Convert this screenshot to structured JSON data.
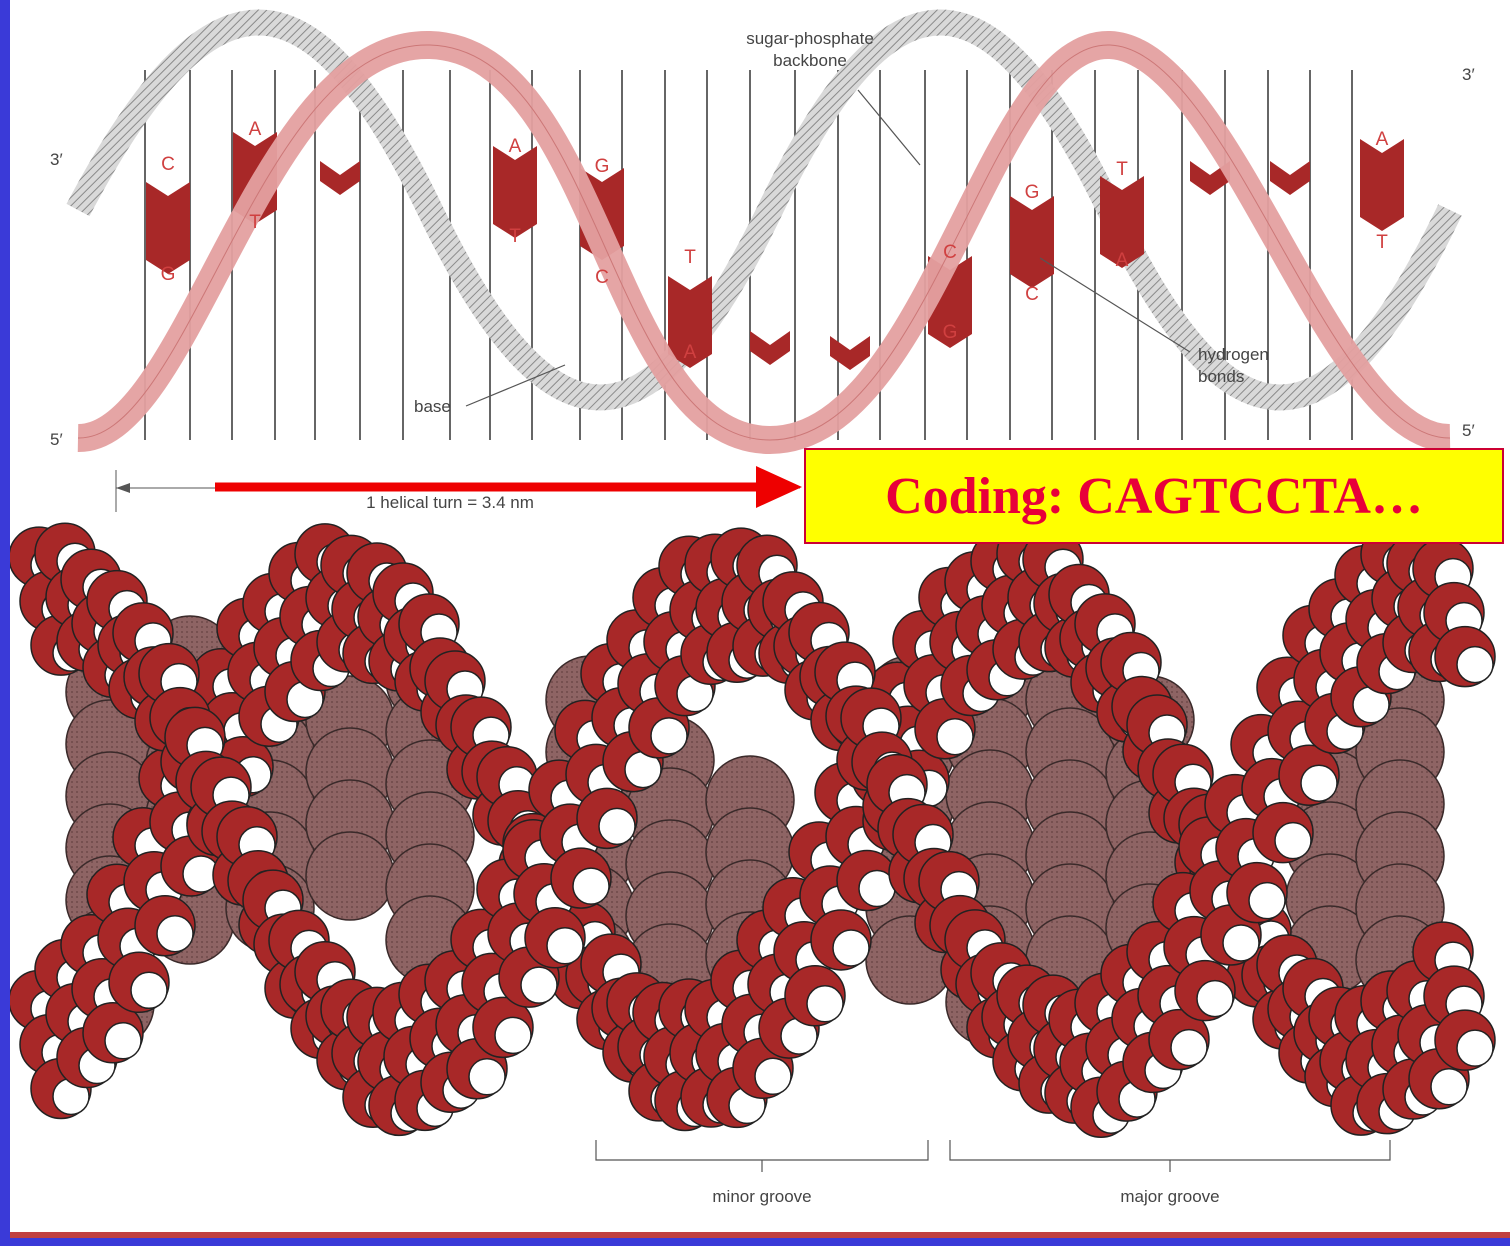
{
  "diagram": {
    "labels": {
      "backbone": "sugar-phosphate\nbackbone",
      "hydrogen": "hydrogen\nbonds",
      "base": "base",
      "turn": "1 helical turn = 3.4 nm",
      "minor": "minor groove",
      "major": "major groove",
      "end_top_left": "3′",
      "end_bottom_left": "5′",
      "end_top_right": "3′",
      "end_bottom_right": "5′"
    },
    "base_pairs": [
      {
        "top": "C",
        "bottom": "G"
      },
      {
        "top": "A",
        "bottom": "T"
      },
      {
        "top": "A",
        "bottom": "T"
      },
      {
        "top": "G",
        "bottom": "C"
      },
      {
        "top": "T",
        "bottom": "A"
      },
      {
        "top": "C",
        "bottom": "G"
      },
      {
        "top": "G",
        "bottom": "C"
      },
      {
        "top": "T",
        "bottom": "A"
      },
      {
        "top": "A",
        "bottom": "T"
      }
    ]
  },
  "callout": {
    "text": "Coding: CAGTCCTA…"
  },
  "colors": {
    "frame": "#3a3ad8",
    "strand": "#e8a0a0",
    "backbone_gray": "#bdbdbd",
    "base_red": "#a82828",
    "sphere_brown": "#8a6060",
    "arrow": "#ee0000",
    "callout_bg": "#ffff00",
    "callout_text": "#e8003a"
  }
}
